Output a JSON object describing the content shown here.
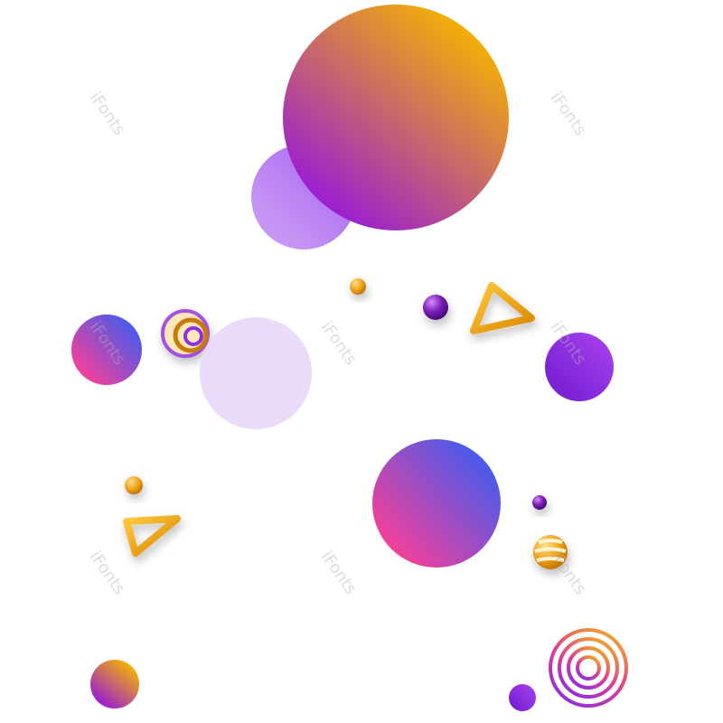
{
  "watermark": {
    "text": "iFonts",
    "color": "#bdbdbd"
  },
  "palette": {
    "orange": "#F5B400",
    "purple": "#9B1FD1",
    "lavender": "#B57BF0",
    "pale_lavender": "#EAD9FB",
    "blue": "#4F5AE8",
    "pink": "#F2409A",
    "violet": "#8E2DE2",
    "gold": "#E8A21A"
  },
  "shapes": [
    {
      "kind": "gradient-circle",
      "name": "large-orange-purple-circle"
    },
    {
      "kind": "flat-circle",
      "name": "lavender-circle"
    },
    {
      "kind": "flat-circle",
      "name": "pale-lavender-circle"
    },
    {
      "kind": "gradient-circle",
      "name": "blue-pink-circle"
    },
    {
      "kind": "gradient-circle",
      "name": "small-blue-pink-circle"
    },
    {
      "kind": "flat-circle",
      "name": "violet-circle"
    },
    {
      "kind": "gradient-circle",
      "name": "small-orange-purple-circle"
    },
    {
      "kind": "striped-ball",
      "name": "striped-ball"
    },
    {
      "kind": "triangle-outline",
      "name": "gold-triangle"
    },
    {
      "kind": "concentric-rings",
      "name": "concentric-rings"
    }
  ]
}
